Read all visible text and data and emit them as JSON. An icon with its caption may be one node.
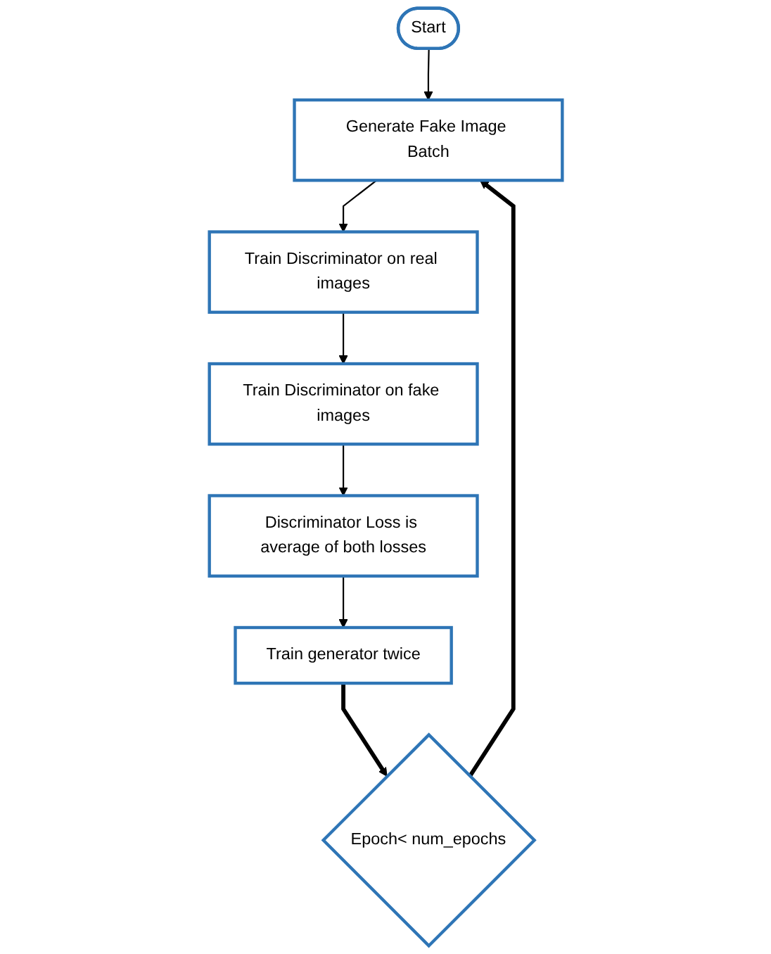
{
  "diagram": {
    "nodes": [
      {
        "text": [
          "Start"
        ]
      },
      {
        "text": [
          "Generate Fake Image Batch"
        ]
      },
      {
        "text": [
          "Train Discriminator on real images"
        ]
      },
      {
        "text": [
          "Train Discriminator on fake images"
        ]
      },
      {
        "text": [
          "Discriminator Loss is average of both losses"
        ]
      },
      {
        "text": [
          "Train generator twice"
        ]
      },
      {
        "text": [
          "Epoch< num_epochs"
        ]
      }
    ],
    "edges": [
      {
        "from": 0,
        "to": 1,
        "arrow": "to"
      },
      {
        "from": 1,
        "to": 2,
        "arrow": "to"
      },
      {
        "from": 2,
        "to": 3,
        "arrow": "to"
      },
      {
        "from": 3,
        "to": 4,
        "arrow": "to"
      },
      {
        "from": 4,
        "to": 5,
        "arrow": "to"
      },
      {
        "from": 5,
        "to": 6,
        "arrow": "to",
        "style": "thick"
      },
      {
        "from": 6,
        "to": 1,
        "arrow": "to",
        "style": "thick"
      }
    ]
  }
}
